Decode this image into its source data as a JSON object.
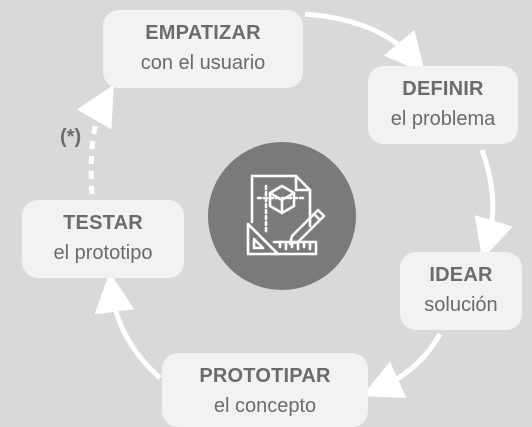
{
  "steps": {
    "empatizar": {
      "title": "EMPATIZAR",
      "subtitle": "con el usuario"
    },
    "definir": {
      "title": "DEFINIR",
      "subtitle": "el problema"
    },
    "idear": {
      "title": "IDEAR",
      "subtitle": "solución"
    },
    "prototipar": {
      "title": "PROTOTIPAR",
      "subtitle": "el concepto"
    },
    "testar": {
      "title": "TESTAR",
      "subtitle": "el prototipo"
    }
  },
  "note": "(*)",
  "icons": {
    "center": "design-blueprint-icon"
  },
  "colors": {
    "background": "#d9d9d9",
    "box": "#f2f2f2",
    "text": "#6b6b6b",
    "circle": "#7a7a7a",
    "arrow": "#ffffff"
  }
}
